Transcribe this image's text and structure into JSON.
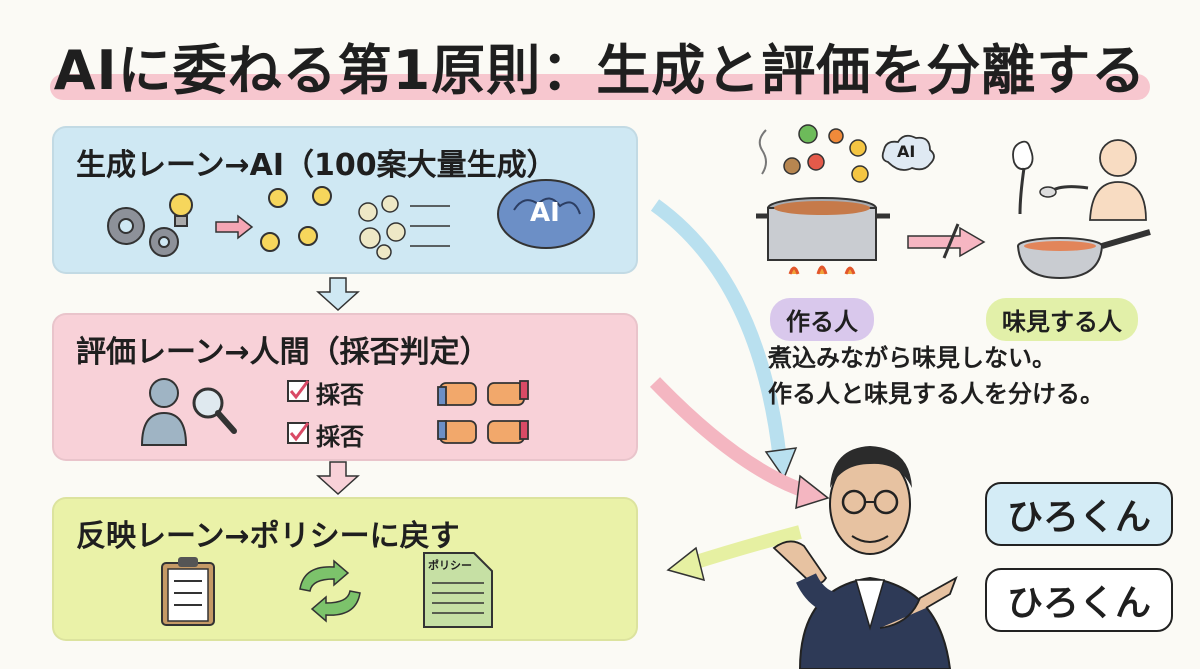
{
  "title": "AIに委ねる第1原則：生成と評価を分離する",
  "lanes": {
    "generation": {
      "title": "生成レーン→AI（100案大量生成）",
      "ai_badge": "AI"
    },
    "evaluation": {
      "title": "評価レーン→人間（採否判定）",
      "check_1": "採否",
      "check_2": "採否"
    },
    "reflection": {
      "title": "反映レーン→ポリシーに戻す",
      "doc_label": "ポリシー"
    }
  },
  "kitchen": {
    "maker_label": "作る人",
    "taster_label": "味見する人",
    "steam_ai": "AI",
    "caption_line1": "煮込みながら味見しない。",
    "caption_line2": "作る人と味見する人を分ける。"
  },
  "presenter": {
    "bubble_1": "ひろくん",
    "bubble_2": "ひろくん"
  },
  "colors": {
    "generation_lane": "#cfe8f3",
    "evaluation_lane": "#f8d1d8",
    "reflection_lane": "#eaf2a8",
    "title_band": "#f7c7cf",
    "maker_pill": "#d9c8ec",
    "taster_pill": "#e2f0a9"
  }
}
